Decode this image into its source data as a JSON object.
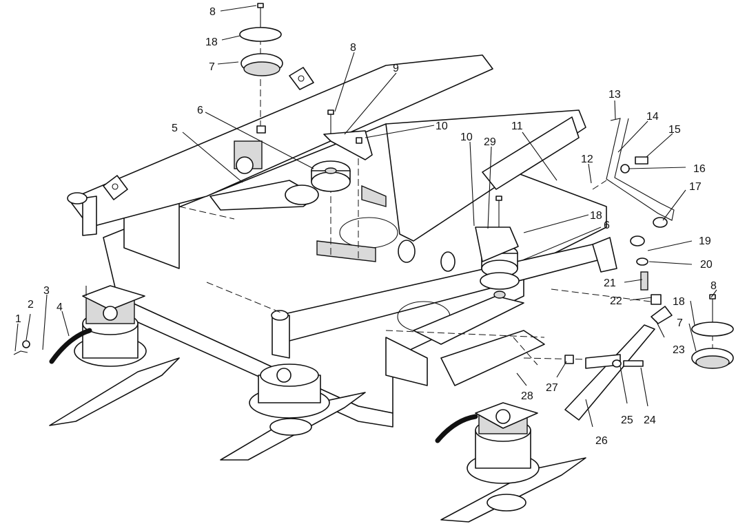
{
  "callouts": [
    {
      "id": "c1",
      "text": "1"
    },
    {
      "id": "c2",
      "text": "2"
    },
    {
      "id": "c3",
      "text": "3"
    },
    {
      "id": "c4",
      "text": "4"
    },
    {
      "id": "c5",
      "text": "5"
    },
    {
      "id": "c6a",
      "text": "6"
    },
    {
      "id": "c6b",
      "text": "6"
    },
    {
      "id": "c7a",
      "text": "7"
    },
    {
      "id": "c7b",
      "text": "7"
    },
    {
      "id": "c8a",
      "text": "8"
    },
    {
      "id": "c8b",
      "text": "8"
    },
    {
      "id": "c8c",
      "text": "8"
    },
    {
      "id": "c9",
      "text": "9"
    },
    {
      "id": "c10a",
      "text": "10"
    },
    {
      "id": "c10b",
      "text": "10"
    },
    {
      "id": "c11",
      "text": "11"
    },
    {
      "id": "c12",
      "text": "12"
    },
    {
      "id": "c13",
      "text": "13"
    },
    {
      "id": "c14",
      "text": "14"
    },
    {
      "id": "c15",
      "text": "15"
    },
    {
      "id": "c16",
      "text": "16"
    },
    {
      "id": "c17",
      "text": "17"
    },
    {
      "id": "c18a",
      "text": "18"
    },
    {
      "id": "c18b",
      "text": "18"
    },
    {
      "id": "c18c",
      "text": "18"
    },
    {
      "id": "c19",
      "text": "19"
    },
    {
      "id": "c20",
      "text": "20"
    },
    {
      "id": "c21",
      "text": "21"
    },
    {
      "id": "c22",
      "text": "22"
    },
    {
      "id": "c23",
      "text": "23"
    },
    {
      "id": "c24",
      "text": "24"
    },
    {
      "id": "c25",
      "text": "25"
    },
    {
      "id": "c26",
      "text": "26"
    },
    {
      "id": "c27",
      "text": "27"
    },
    {
      "id": "c28",
      "text": "28"
    },
    {
      "id": "c29",
      "text": "29"
    }
  ]
}
